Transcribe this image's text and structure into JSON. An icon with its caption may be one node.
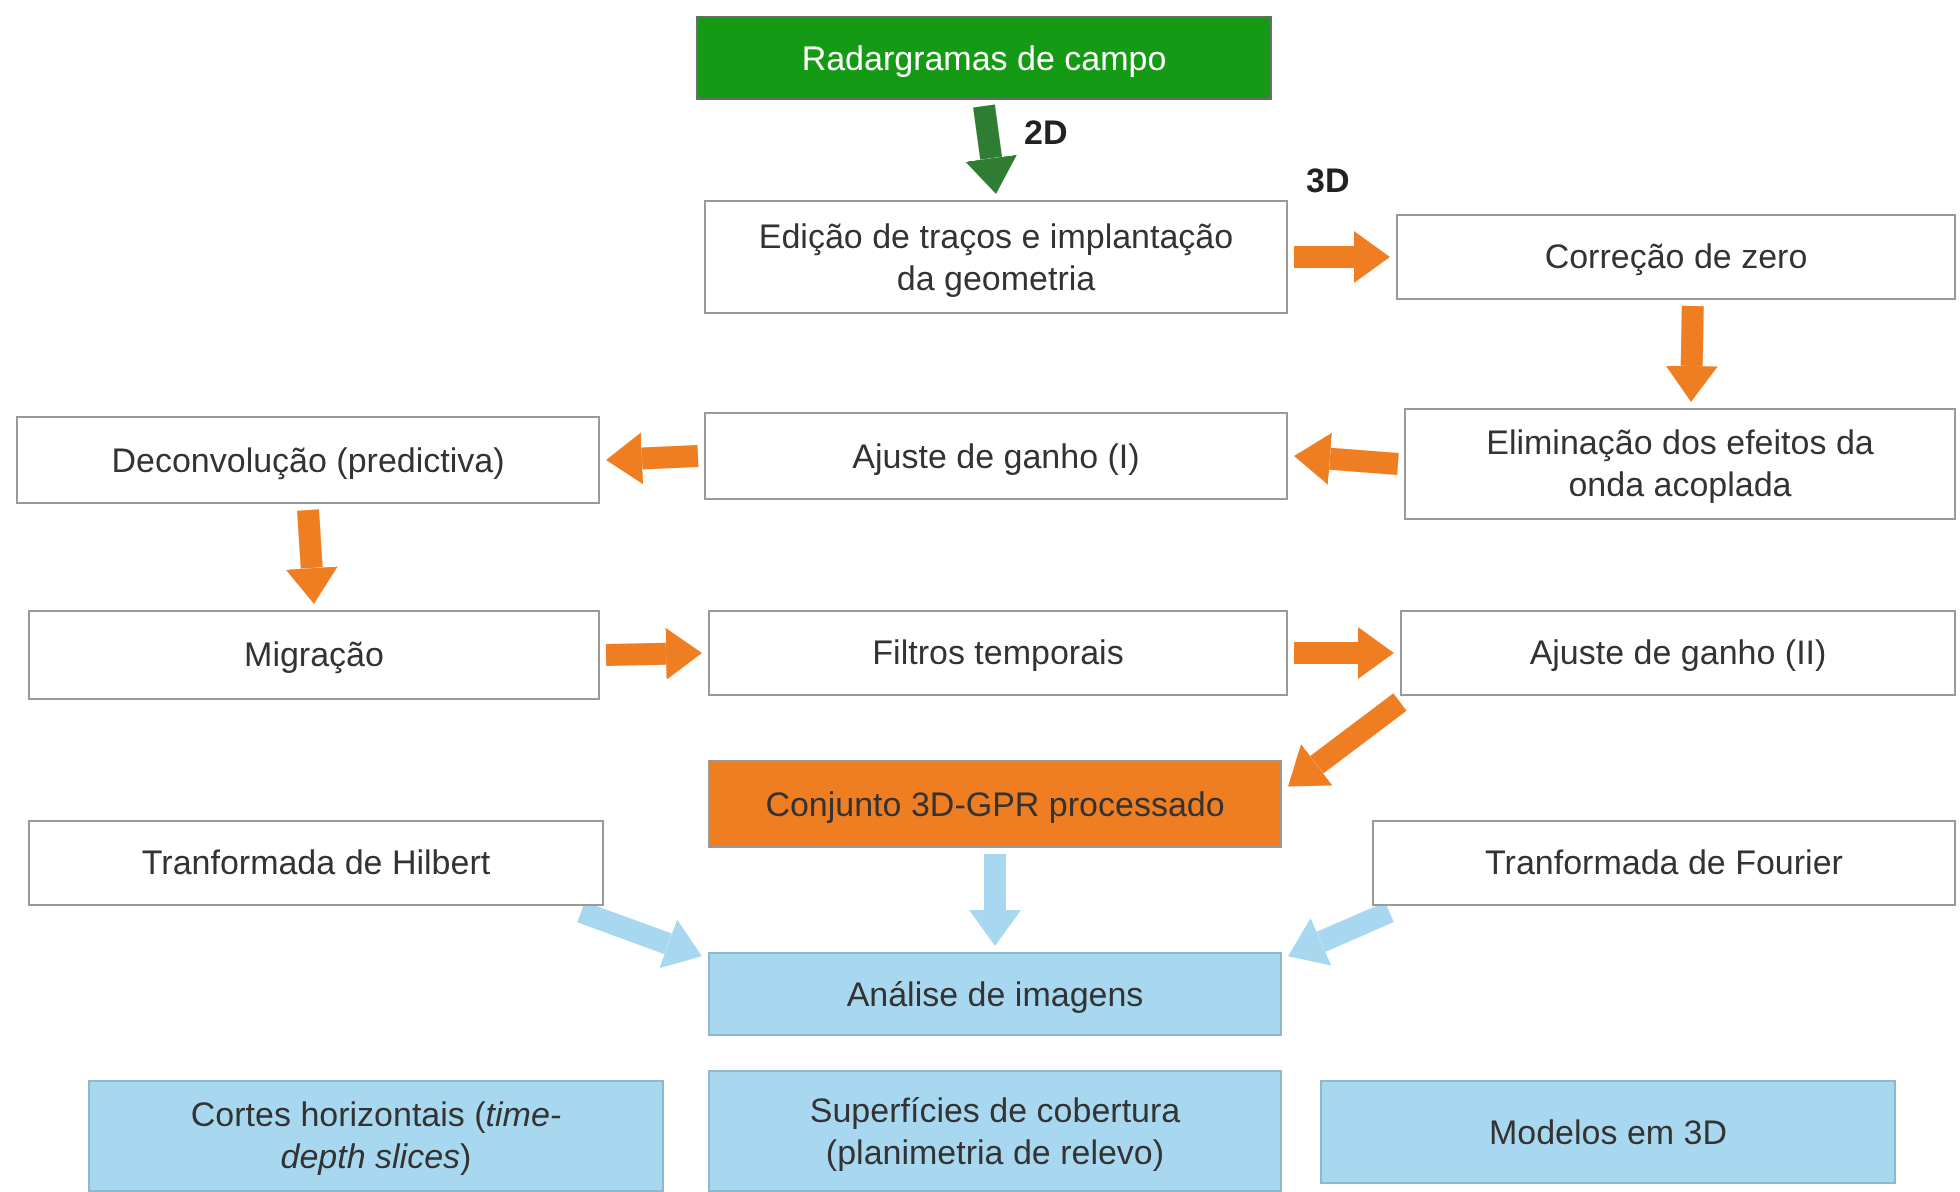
{
  "diagram": {
    "nodes": [
      {
        "text": [
          "Radargramas de campo"
        ]
      },
      {
        "text": [
          "Edição de traços e implantação da geometria"
        ]
      },
      {
        "text": [
          "Correção de zero"
        ]
      },
      {
        "text": [
          "Eliminação dos efeitos da onda acoplada"
        ]
      },
      {
        "text": [
          "Ajuste de ganho (I)"
        ]
      },
      {
        "text": [
          "Deconvolução (predictiva)"
        ]
      },
      {
        "text": [
          "Migração"
        ]
      },
      {
        "text": [
          "Filtros temporais"
        ]
      },
      {
        "text": [
          "Ajuste de ganho (II)"
        ]
      },
      {
        "text": [
          "Conjunto 3D-GPR processado"
        ]
      },
      {
        "text": [
          "Tranformada de Hilbert"
        ]
      },
      {
        "text": [
          "Tranformada de Fourier"
        ]
      },
      {
        "text": [
          "Análise de imagens"
        ]
      },
      {
        "text": [
          "Cortes horizontais (*time-depth slices*)"
        ]
      },
      {
        "text": [
          "Superfícies de cobertura (planimetria de relevo)"
        ]
      },
      {
        "text": [
          "Modelos em 3D"
        ]
      }
    ],
    "edges": [
      {
        "from": 0,
        "to": 1,
        "arrow": "to",
        "label": "2D",
        "color": "#2e7d32"
      },
      {
        "from": 1,
        "to": 2,
        "arrow": "to",
        "label": "3D"
      },
      {
        "from": 2,
        "to": 3,
        "arrow": "to"
      },
      {
        "from": 3,
        "to": 4,
        "arrow": "to"
      },
      {
        "from": 4,
        "to": 5,
        "arrow": "to"
      },
      {
        "from": 5,
        "to": 6,
        "arrow": "to"
      },
      {
        "from": 6,
        "to": 7,
        "arrow": "to"
      },
      {
        "from": 7,
        "to": 8,
        "arrow": "to"
      },
      {
        "from": 8,
        "to": 9,
        "arrow": "to"
      },
      {
        "from": 9,
        "to": 12,
        "arrow": "to",
        "color": "#a8d8f0"
      },
      {
        "from": 10,
        "to": 12,
        "arrow": "to",
        "color": "#a8d8f0"
      },
      {
        "from": 11,
        "to": 12,
        "arrow": "to",
        "color": "#a8d8f0"
      }
    ]
  }
}
